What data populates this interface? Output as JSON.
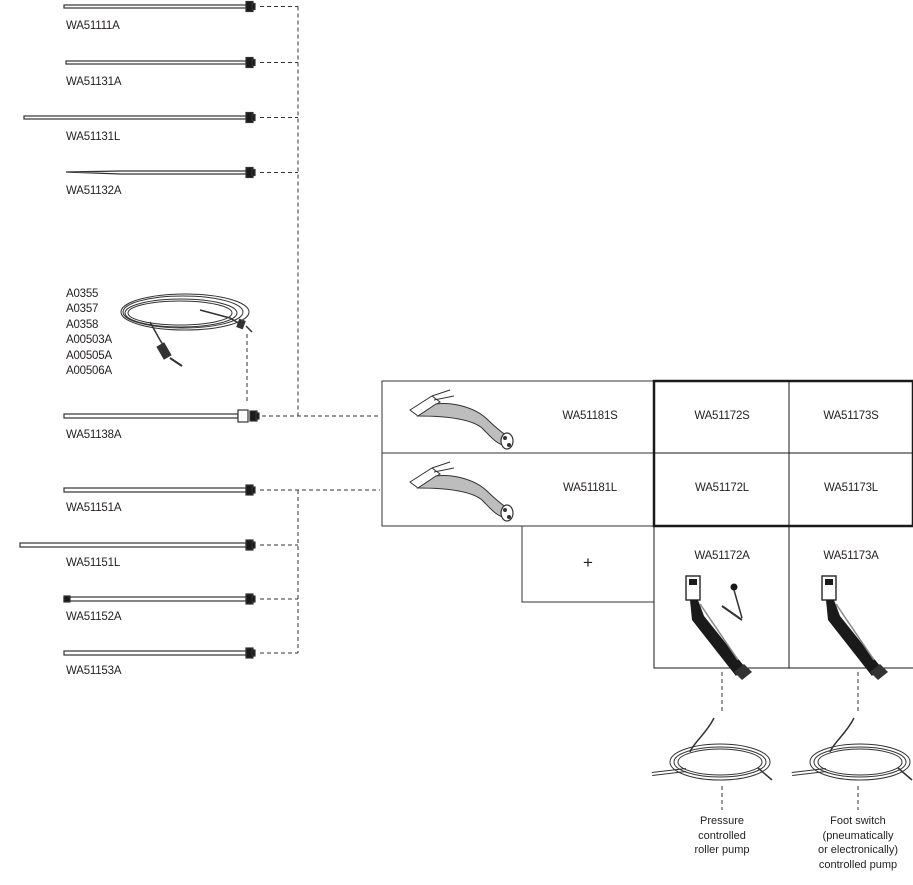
{
  "colors": {
    "ink": "#231f20",
    "line": "#333333",
    "frame": "#1a1a1a"
  },
  "electrodes": [
    {
      "code": "WA51111A"
    },
    {
      "code": "WA51131A"
    },
    {
      "code": "WA51131L"
    },
    {
      "code": "WA51132A"
    },
    {
      "code": "WA51138A"
    },
    {
      "code": "WA51151A"
    },
    {
      "code": "WA51151L"
    },
    {
      "code": "WA51152A"
    },
    {
      "code": "WA51153A"
    }
  ],
  "cables": [
    "A0355",
    "A0357",
    "A0358",
    "A00503A",
    "A00505A",
    "A00506A"
  ],
  "handles": [
    {
      "code": "WA51181S"
    },
    {
      "code": "WA51181L"
    }
  ],
  "combo_table": {
    "row_s": [
      "WA51172S",
      "WA51173S"
    ],
    "row_l": [
      "WA51172L",
      "WA51173L"
    ],
    "row_a": [
      "WA51172A",
      "WA51173A"
    ]
  },
  "plus_sign": "+",
  "pumps": [
    {
      "lines": [
        "Pressure",
        "controlled",
        "roller pump"
      ]
    },
    {
      "lines": [
        "Foot switch",
        "(pneumatically",
        "or electronically)",
        "controlled pump"
      ]
    }
  ]
}
